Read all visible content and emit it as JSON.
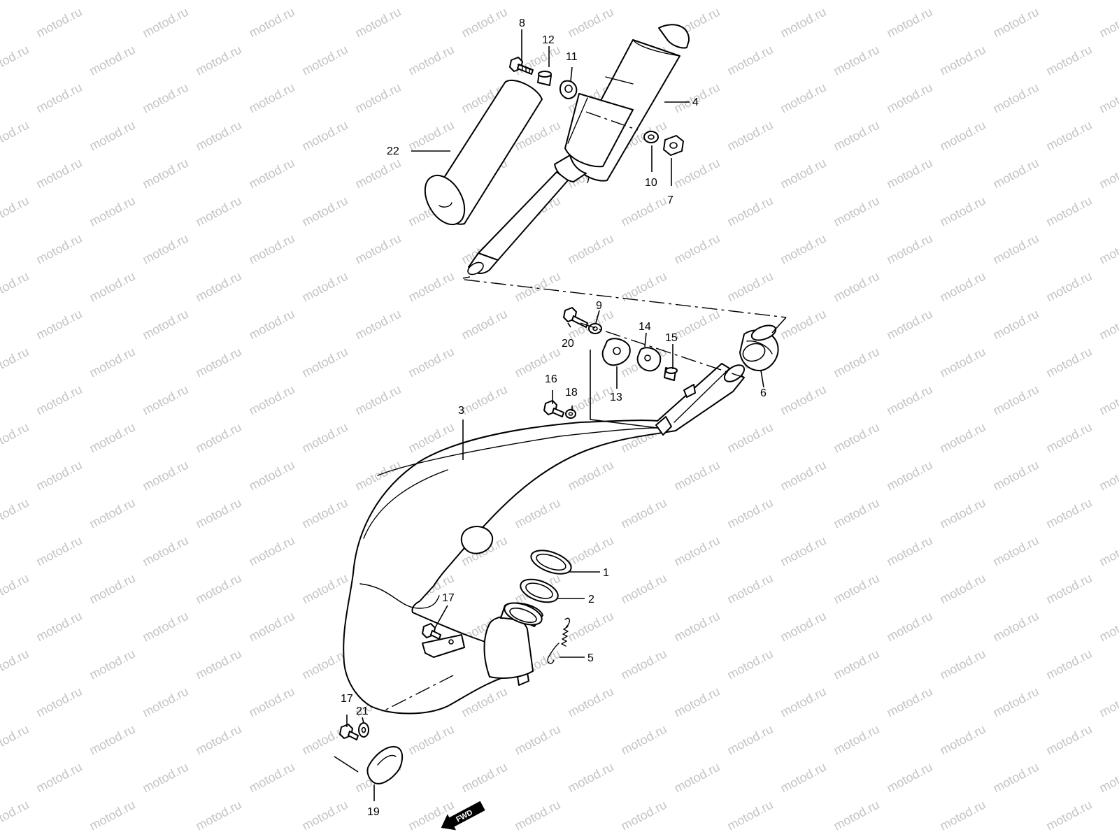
{
  "watermark": "motod.ru",
  "direction_badge": "FWD",
  "callouts": {
    "p1": "1",
    "p2": "2",
    "p3": "3",
    "p4": "4",
    "p5": "5",
    "p6": "6",
    "p7": "7",
    "p8": "8",
    "p9": "9",
    "p10": "10",
    "p11": "11",
    "p12": "12",
    "p13": "13",
    "p14": "14",
    "p15": "15",
    "p16": "16",
    "p17a": "17",
    "p17b": "17",
    "p18": "18",
    "p19": "19",
    "p20": "20",
    "p21": "21",
    "p22": "22"
  }
}
